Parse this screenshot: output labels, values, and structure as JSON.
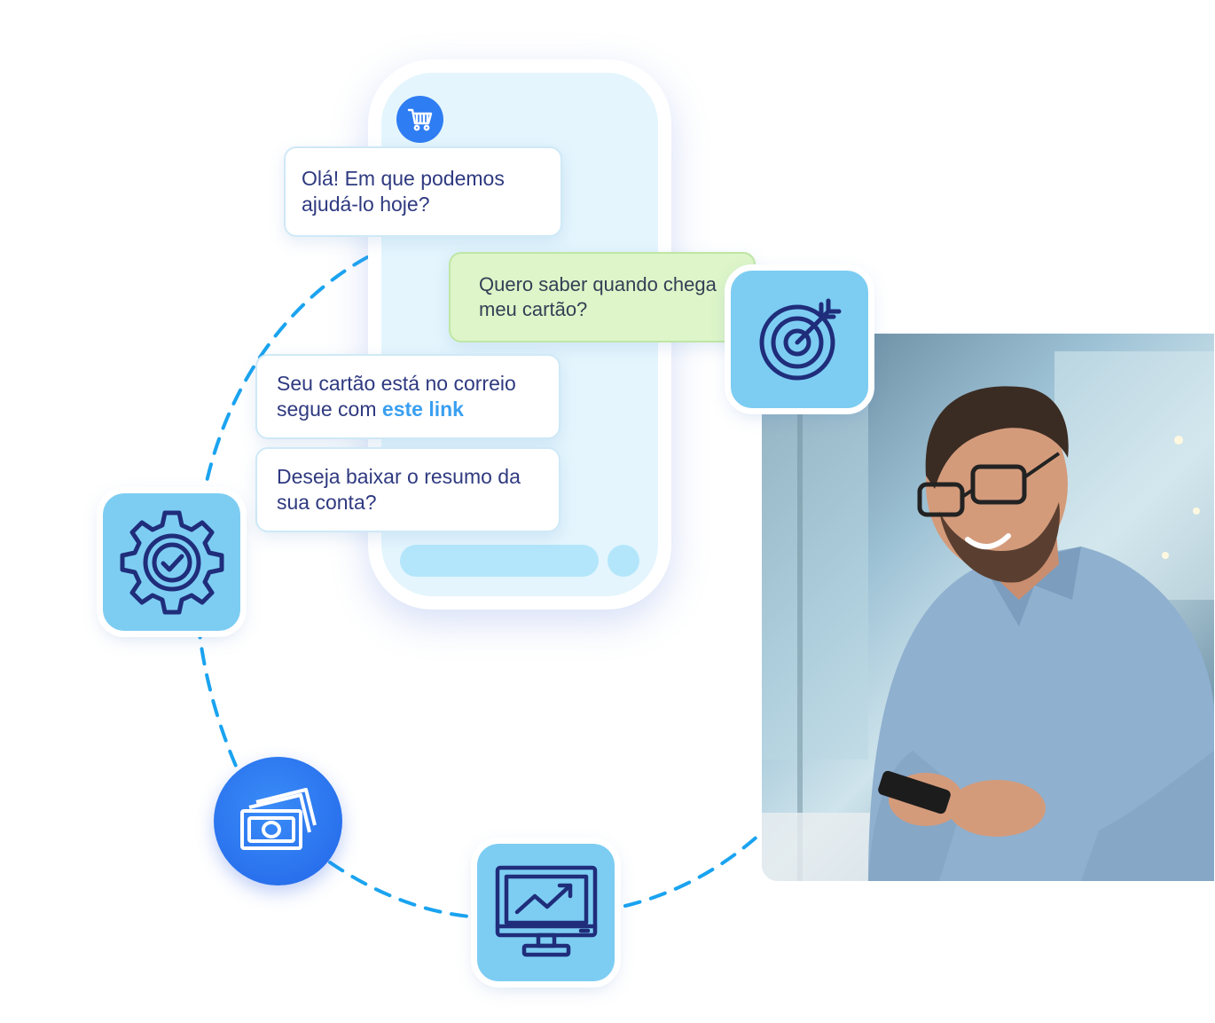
{
  "chat": {
    "messages": [
      {
        "sender": "bot",
        "lines": [
          "Olá! Em que podemos",
          "ajudá-lo hoje?"
        ]
      },
      {
        "sender": "user",
        "lines": [
          "Quero saber quando chega",
          "meu cartão?"
        ]
      },
      {
        "sender": "bot",
        "line1": "Seu cartão está no correio",
        "line2_prefix": "segue com",
        "link_text": "este link"
      },
      {
        "sender": "bot",
        "lines": [
          "Deseja baixar o resumo da",
          "sua conta?"
        ]
      }
    ]
  },
  "icons": {
    "cart": "shopping-cart-icon",
    "target": "target-icon",
    "gear": "gear-check-icon",
    "money": "money-bills-icon",
    "monitor": "growth-chart-monitor-icon"
  },
  "colors": {
    "tile": "#7dcdf3",
    "icon_stroke": "#1f2d7a",
    "accent_blue": "#2f7df3",
    "link": "#3a9ff0",
    "user_bubble": "#ddf5c8",
    "bot_text": "#2f3a80",
    "dashed_orbit": "#1aa3f0"
  },
  "photo": {
    "subject": "smiling man with glasses using a smartphone"
  }
}
